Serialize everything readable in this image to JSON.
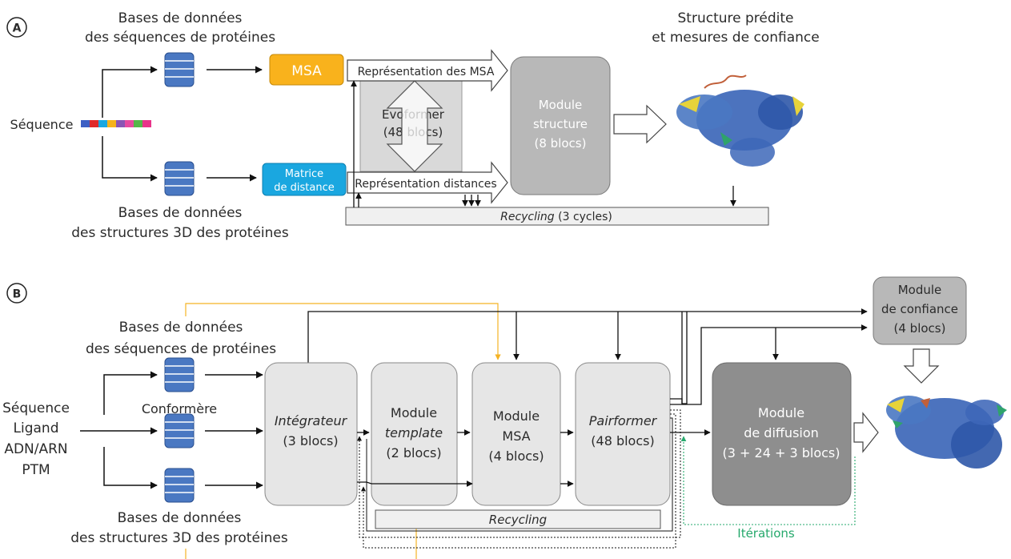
{
  "colors": {
    "msa_box": "#f9b21c",
    "distance_box": "#1aa7e0",
    "db_icon": "#4a78c2",
    "module_light": "#e6e6e6",
    "module_mid": "#b8b8b8",
    "module_dark": "#8e8e8e",
    "template_arrow": "#f5b324",
    "iterations_arrow": "#26a96c",
    "protein_blue": "#3d67b8",
    "protein_yellow": "#e7d33a"
  },
  "sequence_colors": [
    "#3c5fc4",
    "#e02b2b",
    "#1aa7e0",
    "#f6b21b",
    "#8a55b4",
    "#e64aa0",
    "#55b64a",
    "#e8338a"
  ],
  "panel_a": {
    "label": "A",
    "db_seq_line1": "Bases de données",
    "db_seq_line2": "des séquences de protéines",
    "db_struct_line1": "Bases de données",
    "db_struct_line2": "des structures 3D des protéines",
    "sequence_label": "Séquence",
    "msa_label": "MSA",
    "distance_line1": "Matrice",
    "distance_line2": "de distance",
    "msa_repr": "Représentation des MSA",
    "dist_repr": "Représentation distances",
    "evoformer_line1": "Evoformer",
    "evoformer_line2": "(48 blocs)",
    "structure_line1": "Module",
    "structure_line2": "structure",
    "structure_line3": "(8 blocs)",
    "output_line1": "Structure prédite",
    "output_line2": "et mesures de confiance",
    "recycling_word": "Recycling",
    "recycling_rest": " (3 cycles)"
  },
  "panel_b": {
    "label": "B",
    "db_seq_line1": "Bases de données",
    "db_seq_line2": "des séquences de protéines",
    "db_struct_line1": "Bases de données",
    "db_struct_line2": "des structures 3D des protéines",
    "conformer": "Conformère",
    "inputs": [
      "Séquence",
      "Ligand",
      "ADN/ARN",
      "PTM"
    ],
    "integrator_line1": "Intégrateur",
    "integrator_line2": "(3 blocs)",
    "template_line1": "Module",
    "template_line2": "template",
    "template_line3": "(2 blocs)",
    "msa_line1": "Module",
    "msa_line2": "MSA",
    "msa_line3": "(4 blocs)",
    "pairformer_line1": "Pairformer",
    "pairformer_line2": "(48 blocs)",
    "diffusion_line1": "Module",
    "diffusion_line2": "de diffusion",
    "diffusion_line3": "(3 + 24 + 3 blocs)",
    "confidence_line1": "Module",
    "confidence_line2": "de confiance",
    "confidence_line3": "(4 blocs)",
    "recycling": "Recycling",
    "iterations": "Itérations"
  }
}
